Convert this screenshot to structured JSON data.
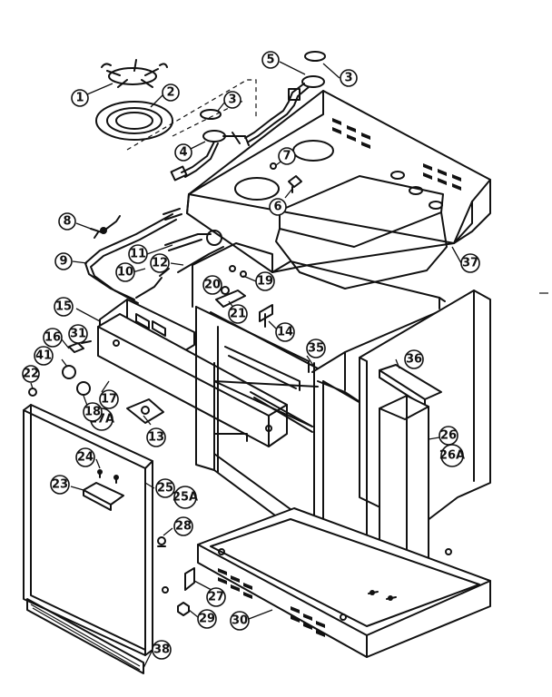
{
  "callouts": [
    {
      "id": "c1",
      "label": "1"
    },
    {
      "id": "c2",
      "label": "2"
    },
    {
      "id": "c3a",
      "label": "3"
    },
    {
      "id": "c3b",
      "label": "3"
    },
    {
      "id": "c4",
      "label": "4"
    },
    {
      "id": "c5",
      "label": "5"
    },
    {
      "id": "c6",
      "label": "6"
    },
    {
      "id": "c7",
      "label": "7"
    },
    {
      "id": "c8",
      "label": "8"
    },
    {
      "id": "c9",
      "label": "9"
    },
    {
      "id": "c10",
      "label": "10"
    },
    {
      "id": "c11",
      "label": "11"
    },
    {
      "id": "c12",
      "label": "12"
    },
    {
      "id": "c13",
      "label": "13"
    },
    {
      "id": "c14",
      "label": "14"
    },
    {
      "id": "c15",
      "label": "15"
    },
    {
      "id": "c16",
      "label": "16"
    },
    {
      "id": "c17",
      "label": "17"
    },
    {
      "id": "c17a",
      "label": "17A"
    },
    {
      "id": "c18",
      "label": "18"
    },
    {
      "id": "c19",
      "label": "19"
    },
    {
      "id": "c20",
      "label": "20"
    },
    {
      "id": "c21",
      "label": "21"
    },
    {
      "id": "c22",
      "label": "22"
    },
    {
      "id": "c23",
      "label": "23"
    },
    {
      "id": "c24",
      "label": "24"
    },
    {
      "id": "c25",
      "label": "25"
    },
    {
      "id": "c25a",
      "label": "25A"
    },
    {
      "id": "c26",
      "label": "26"
    },
    {
      "id": "c26a",
      "label": "26A"
    },
    {
      "id": "c27",
      "label": "27"
    },
    {
      "id": "c28",
      "label": "28"
    },
    {
      "id": "c29",
      "label": "29"
    },
    {
      "id": "c30",
      "label": "30"
    },
    {
      "id": "c31",
      "label": "31"
    },
    {
      "id": "c35",
      "label": "35"
    },
    {
      "id": "c36",
      "label": "36"
    },
    {
      "id": "c37",
      "label": "37"
    },
    {
      "id": "c38",
      "label": "38"
    },
    {
      "id": "c41",
      "label": "41"
    }
  ]
}
